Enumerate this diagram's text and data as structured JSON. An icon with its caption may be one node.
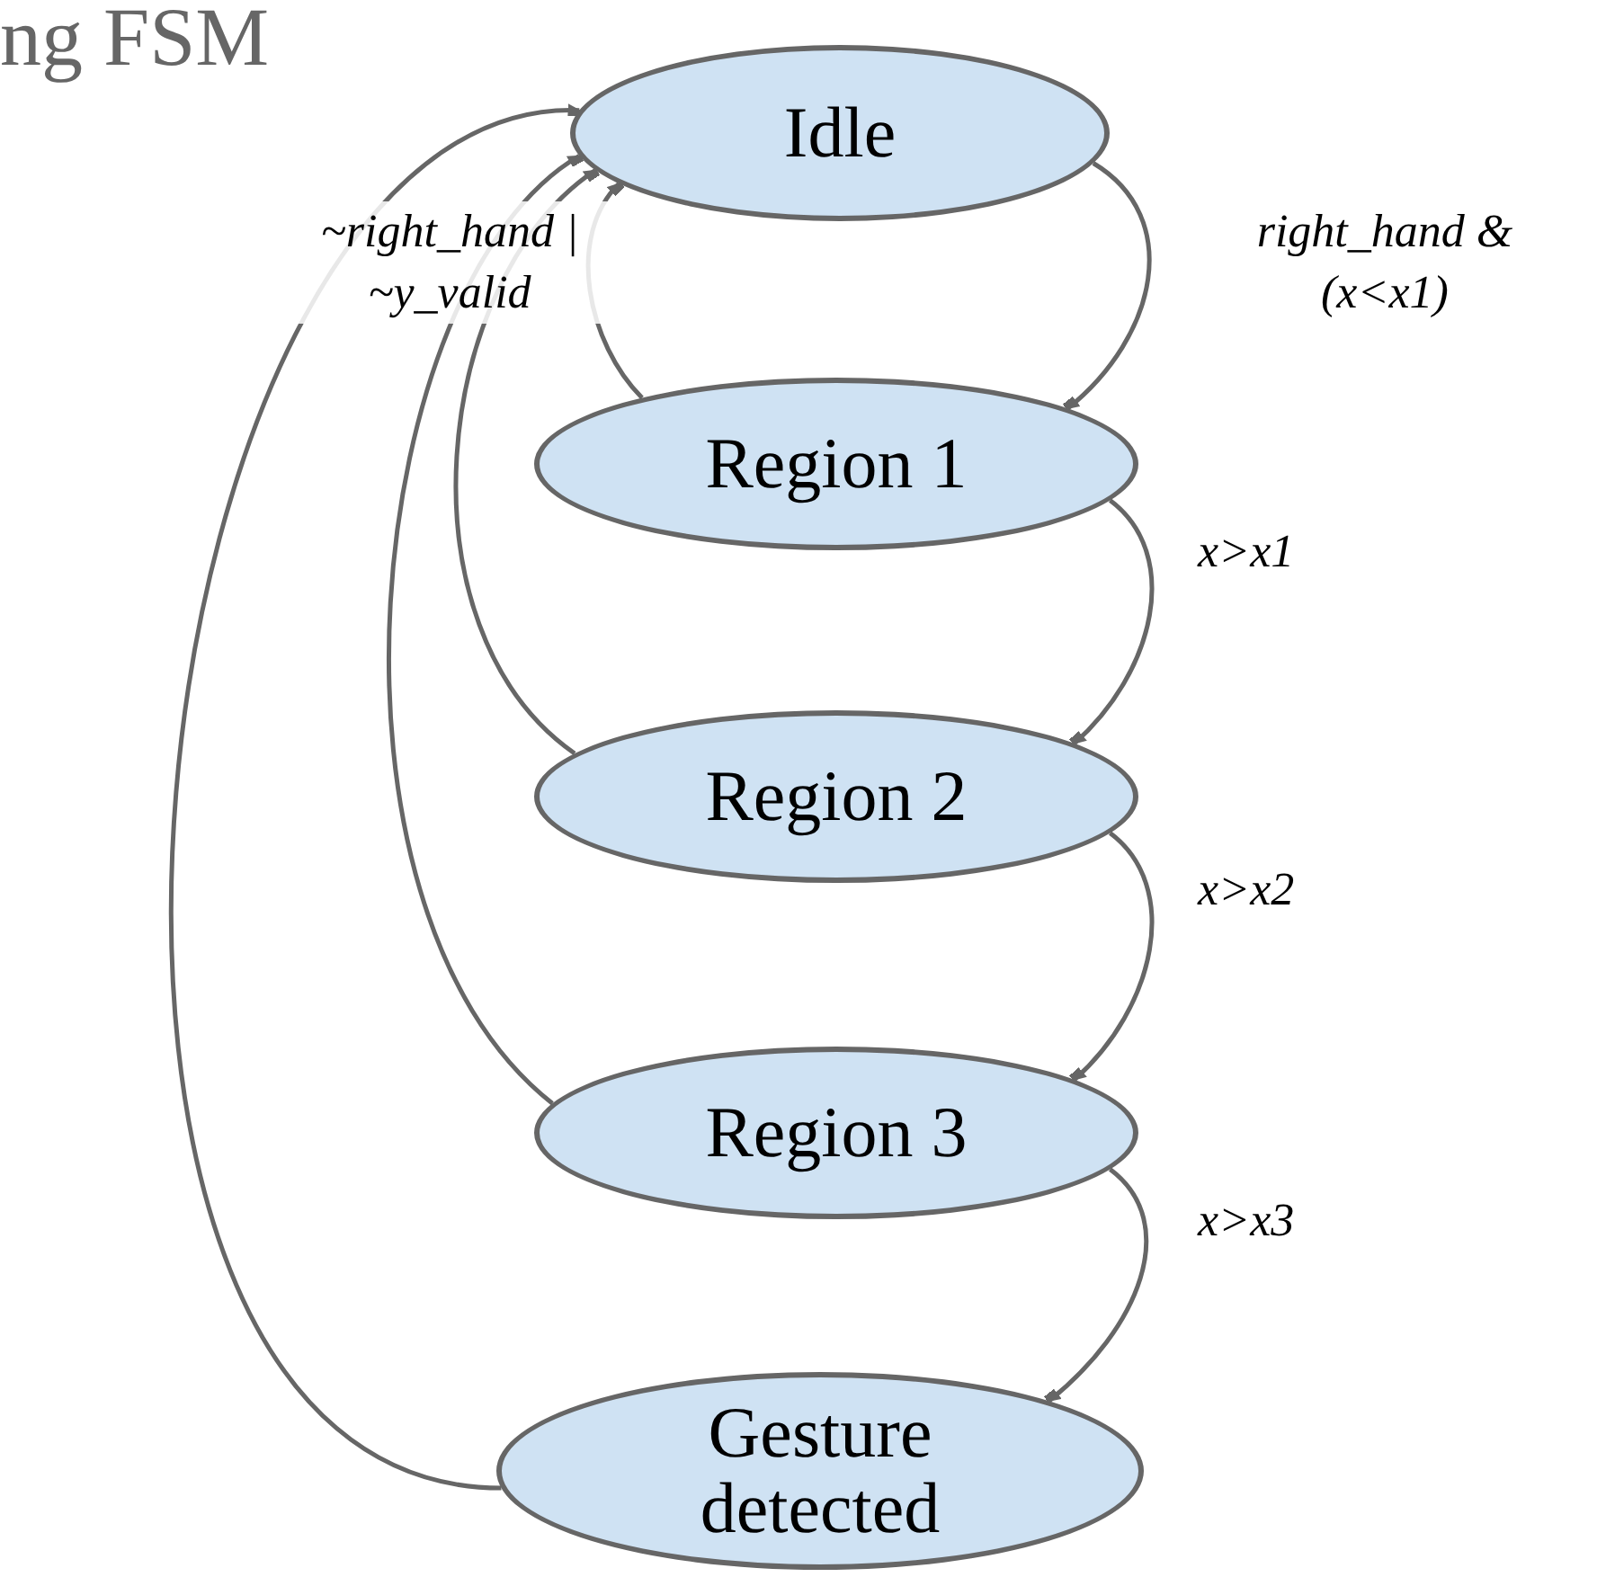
{
  "diagram": {
    "title": "ng FSM",
    "nodes": [
      {
        "text": [
          "Idle"
        ]
      },
      {
        "text": [
          "Region 1"
        ]
      },
      {
        "text": [
          "Region 2"
        ]
      },
      {
        "text": [
          "Region 3"
        ]
      },
      {
        "text": [
          "Gesture detected"
        ]
      }
    ],
    "edges": [
      {
        "from": 0,
        "to": 1,
        "arrow": "to",
        "label": "right_hand & (x<x1)"
      },
      {
        "from": 1,
        "to": 2,
        "arrow": "to",
        "label": "x>x1"
      },
      {
        "from": 2,
        "to": 3,
        "arrow": "to",
        "label": "x>x2"
      },
      {
        "from": 3,
        "to": 4,
        "arrow": "to",
        "label": "x>x3"
      },
      {
        "from": 1,
        "to": 0,
        "arrow": "to",
        "label": "~right_hand | ~y_valid"
      },
      {
        "from": 2,
        "to": 0,
        "arrow": "to"
      },
      {
        "from": 3,
        "to": 0,
        "arrow": "to"
      },
      {
        "from": 4,
        "to": 0,
        "arrow": "to"
      }
    ]
  }
}
